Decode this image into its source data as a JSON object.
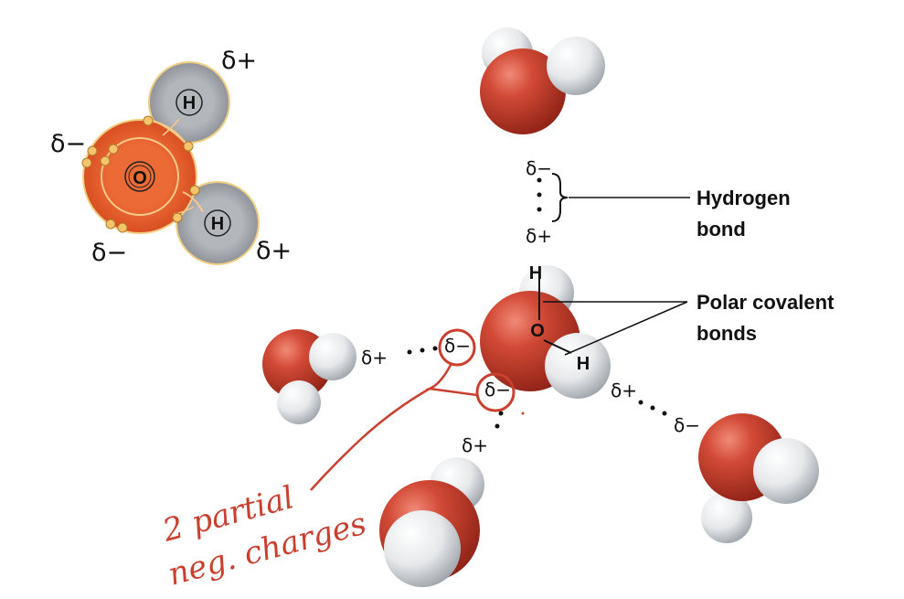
{
  "diagram": {
    "atoms": {
      "oxygen": "O",
      "hydrogen": "H"
    },
    "charges": {
      "partial_positive": "δ+",
      "partial_negative": "δ−"
    },
    "labels": {
      "hydrogen_bond_line1": "Hydrogen",
      "hydrogen_bond_line2": "bond",
      "polar_covalent_line1": "Polar covalent",
      "polar_covalent_line2": "bonds"
    },
    "annotation": {
      "line1": "2 partial",
      "line2": "neg. charges",
      "color": "#c9402f"
    },
    "colors": {
      "oxygen": "#c9402f",
      "hydrogen": "#e8eaec",
      "electron_shell": "#a7aab0",
      "electron": "#f2c26b",
      "orbital_oxygen": "#e8692c"
    }
  }
}
